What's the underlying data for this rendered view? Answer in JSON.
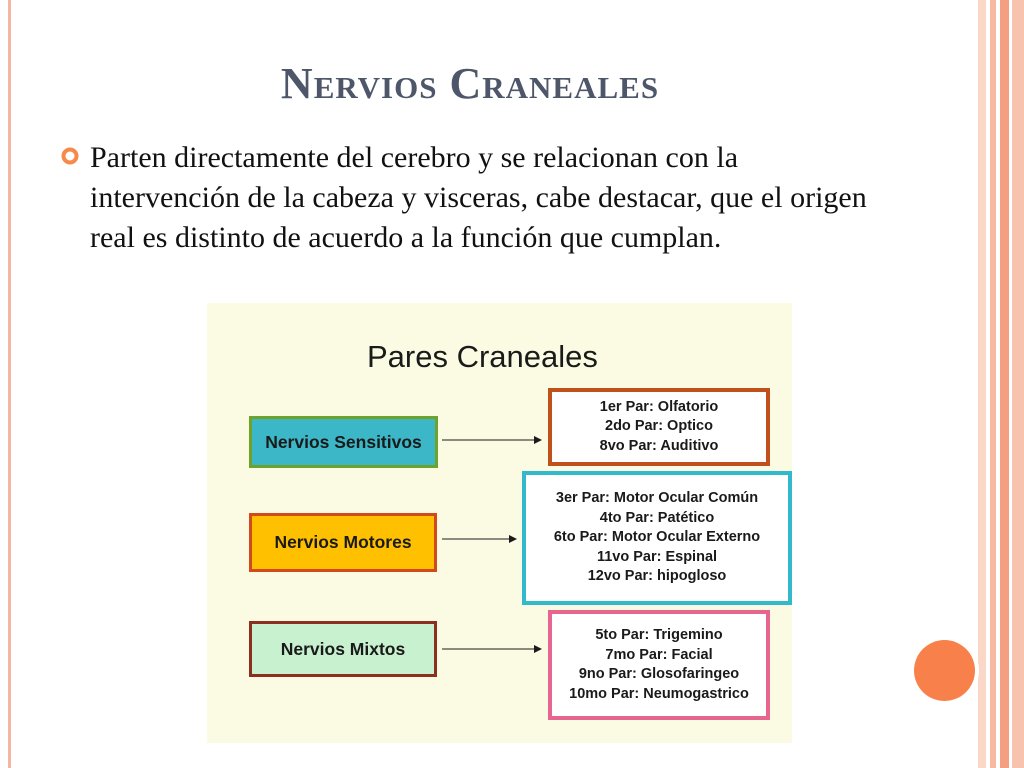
{
  "slide": {
    "title": "Nervios Craneales",
    "bullet_text": "Parten directamente del cerebro y se relacionan con la intervención de la cabeza y visceras, cabe destacar, que el origen real es distinto de acuerdo a la función que cumplan."
  },
  "diagram": {
    "title": "Pares Craneales",
    "categories": {
      "sensitivos": "Nervios Sensitivos",
      "motores": "Nervios Motores",
      "mixtos": "Nervios Mixtos"
    },
    "details": {
      "sensitivos": [
        "1er Par: Olfatorio",
        "2do Par: Optico",
        "8vo Par: Auditivo"
      ],
      "motores": [
        "3er Par: Motor Ocular Común",
        "4to Par: Patético",
        "6to Par: Motor Ocular Externo",
        "11vo Par: Espinal",
        "12vo Par: hipogloso"
      ],
      "mixtos": [
        "5to Par: Trigemino",
        "7mo Par: Facial",
        "9no Par: Glosofaringeo",
        "10mo Par: Neumogastrico"
      ]
    }
  },
  "colors": {
    "title": "#4d5769",
    "accent_orange": "#f8804a",
    "sensitivos_fill": "#3bb7c7",
    "motores_fill": "#ffc000",
    "mixtos_fill": "#c8f1d0"
  },
  "icons": {
    "bullet": "orange-ring-bullet-icon"
  }
}
